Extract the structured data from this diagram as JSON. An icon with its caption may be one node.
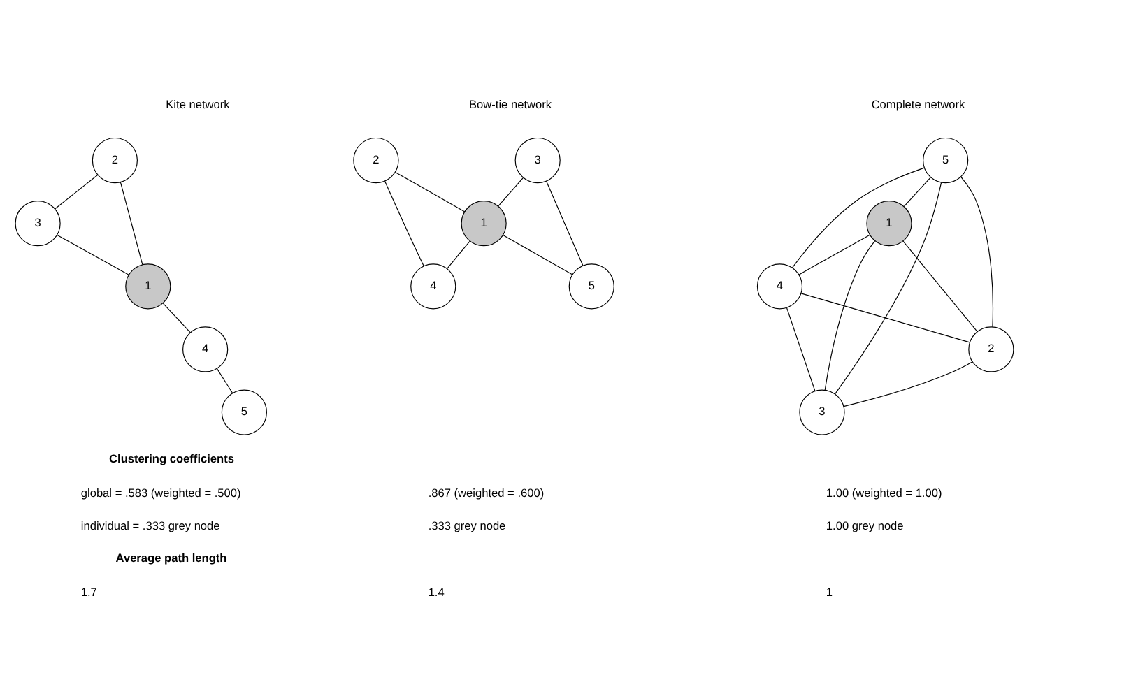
{
  "diagram": {
    "nodes": [
      {
        "text": [
          "2"
        ]
      },
      {
        "text": [
          "3"
        ]
      },
      {
        "text": [
          "1"
        ]
      },
      {
        "text": [
          "4"
        ]
      },
      {
        "text": [
          "5"
        ]
      },
      {
        "text": [
          "2"
        ]
      },
      {
        "text": [
          "3"
        ]
      },
      {
        "text": [
          "1"
        ]
      },
      {
        "text": [
          "4"
        ]
      },
      {
        "text": [
          "5"
        ]
      },
      {
        "text": [
          "5"
        ]
      },
      {
        "text": [
          "1"
        ]
      },
      {
        "text": [
          "4"
        ]
      },
      {
        "text": [
          "2"
        ]
      },
      {
        "text": [
          "3"
        ]
      }
    ],
    "edges": [
      {
        "from": 0,
        "to": 1,
        "arrow": "none"
      },
      {
        "from": 0,
        "to": 2,
        "arrow": "none"
      },
      {
        "from": 1,
        "to": 2,
        "arrow": "none"
      },
      {
        "from": 2,
        "to": 3,
        "arrow": "none"
      },
      {
        "from": 3,
        "to": 4,
        "arrow": "none"
      },
      {
        "from": 5,
        "to": 7,
        "arrow": "none"
      },
      {
        "from": 5,
        "to": 8,
        "arrow": "none"
      },
      {
        "from": 6,
        "to": 7,
        "arrow": "none"
      },
      {
        "from": 6,
        "to": 9,
        "arrow": "none"
      },
      {
        "from": 7,
        "to": 8,
        "arrow": "none"
      },
      {
        "from": 7,
        "to": 9,
        "arrow": "none"
      },
      {
        "from": 10,
        "to": 11,
        "arrow": "none"
      },
      {
        "from": 10,
        "to": 12,
        "arrow": "none"
      },
      {
        "from": 10,
        "to": 13,
        "arrow": "none"
      },
      {
        "from": 10,
        "to": 14,
        "arrow": "none"
      },
      {
        "from": 11,
        "to": 12,
        "arrow": "none"
      },
      {
        "from": 11,
        "to": 13,
        "arrow": "none"
      },
      {
        "from": 11,
        "to": 14,
        "arrow": "none"
      },
      {
        "from": 12,
        "to": 13,
        "arrow": "none"
      },
      {
        "from": 12,
        "to": 14,
        "arrow": "none"
      },
      {
        "from": 13,
        "to": 14,
        "arrow": "none"
      }
    ],
    "labels": [
      "Kite network",
      "Bow-tie network",
      "Complete network",
      "Clustering coefficients",
      "global = .583 (weighted = .500)",
      ".867 (weighted = .600)",
      "1.00 (weighted = 1.00)",
      "individual = .333 grey node",
      ".333 grey node",
      "1.00 grey node",
      "Average path length",
      "1.7",
      "1.4",
      "1"
    ]
  }
}
